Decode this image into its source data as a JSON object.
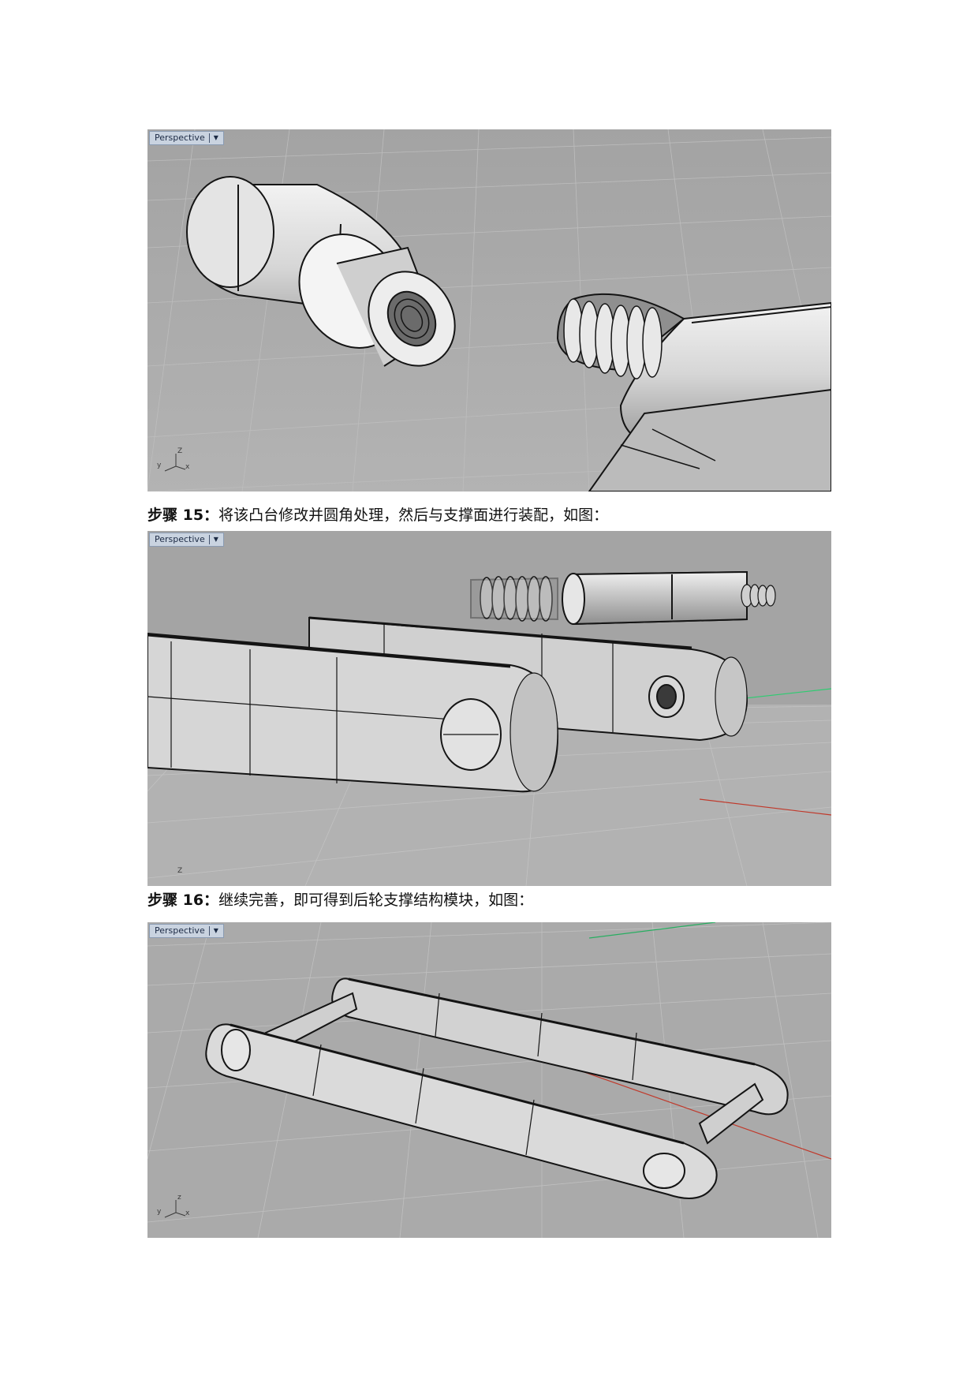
{
  "viewports": [
    {
      "tab_label": "Perspective",
      "axis": {
        "z": "Z",
        "y": "y",
        "x": "x"
      }
    },
    {
      "tab_label": "Perspective",
      "axis": {
        "z": "Z",
        "y": "",
        "x": ""
      }
    },
    {
      "tab_label": "Perspective",
      "axis": {
        "z": "z",
        "y": "y",
        "x": "x"
      }
    }
  ],
  "steps": [
    {
      "lead": "步骤 15：",
      "text": "将该凸台修改并圆角处理，然后与支撑面进行装配，如图："
    },
    {
      "lead": "步骤 16：",
      "text": "继续完善，即可得到后轮支撑结构模块，如图："
    }
  ],
  "icons": {
    "dropdown": "chevron-down-icon",
    "axes": "axes-icon"
  },
  "colors": {
    "viewport_bg": "#9d9d9d",
    "grid": "#b4b4b4",
    "model_fill": "#d9d9d9",
    "edge": "#141414",
    "x_axis": "#c0392b",
    "y_axis": "#27ae60"
  }
}
